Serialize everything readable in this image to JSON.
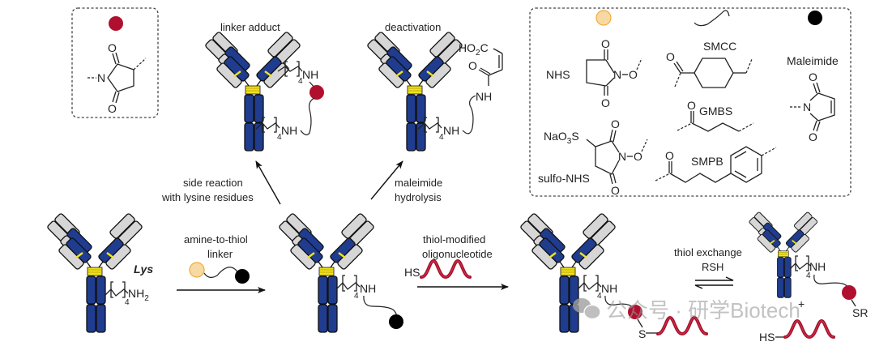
{
  "colors": {
    "heavy_chain": "#1f3c8f",
    "light_chain": "#d6d6d6",
    "disulfide": "#f2e21b",
    "thiosuccinimide": "#b0102e",
    "nhs_ester": "#f7d9a3",
    "nhs_ester_stroke": "#f2a93b",
    "maleimide": "#000000",
    "oligo": "#a8102a",
    "watermark": "#9a9a9a"
  },
  "legend_left": {
    "symbol": "thiosuccinimide",
    "atoms": {
      "N": "N",
      "O_top": "O",
      "O_bottom": "O"
    }
  },
  "side_products": [
    {
      "title": "linker adduct",
      "groups": [
        "NH",
        "NH"
      ],
      "subscript": "4"
    },
    {
      "title": "deactivation",
      "groups": [
        "NH",
        "NH"
      ],
      "subscript": "4",
      "acid": "HO",
      "acid_sub": "2",
      "acid_c": "C",
      "carbonyl_o": "O"
    }
  ],
  "side_arrows": [
    {
      "line1": "side reaction",
      "line2": "with lysine residues"
    },
    {
      "line1": "maleimide",
      "line2": "hydrolysis"
    }
  ],
  "legend_right": {
    "nhs": {
      "label": "NHS",
      "N": "N",
      "O": "O"
    },
    "sulfo_nhs": {
      "label": "sulfo-NHS",
      "substituent": "NaO",
      "sub3": "3",
      "S": "S",
      "N": "N",
      "O": "O"
    },
    "smcc": {
      "label": "SMCC",
      "O": "O"
    },
    "gmbs": {
      "label": "GMBS",
      "O": "O"
    },
    "smpb": {
      "label": "SMPB",
      "O": "O"
    },
    "maleimide": {
      "label": "Maleimide",
      "N": "N",
      "O": "O"
    }
  },
  "main_flow": {
    "start": {
      "lys_label": "Lys",
      "group": "NH",
      "group_sub": "2",
      "subscript": "4"
    },
    "step1": {
      "line1": "amine-to-thiol",
      "line2": "linker"
    },
    "intermediate": {
      "group": "NH",
      "subscript": "4"
    },
    "step2": {
      "line1": "thiol-modified",
      "line2": "oligonucleotide",
      "reagent": "HS"
    },
    "product": {
      "group": "NH",
      "subscript": "4",
      "thioether": "S"
    },
    "step3": {
      "line1": "thiol exchange",
      "line2": "RSH"
    },
    "exchange_product": {
      "group": "NH",
      "subscript": "4",
      "sr": "SR",
      "plus": "+",
      "free_thiol": "HS"
    }
  },
  "watermark": {
    "text": "公众号 · 研学Biotech"
  }
}
